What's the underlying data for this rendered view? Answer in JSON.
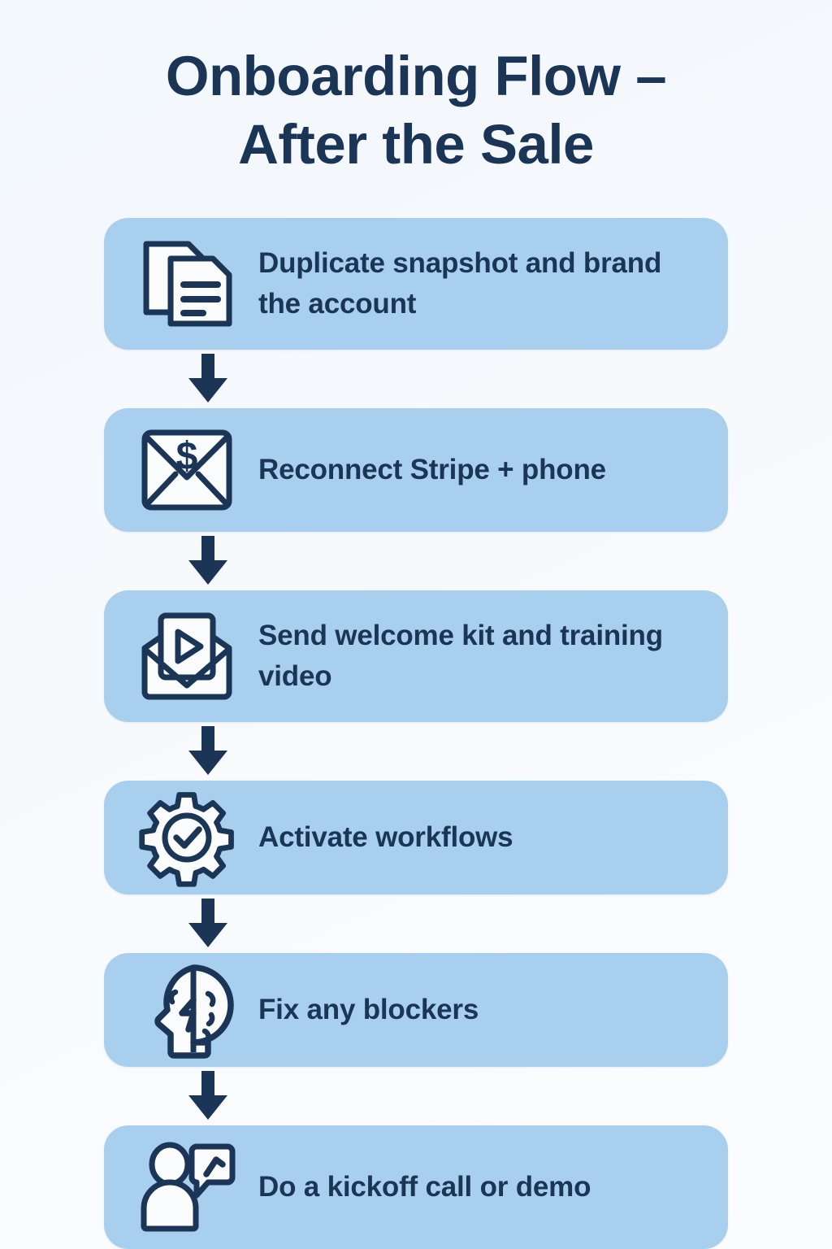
{
  "meta": {
    "title_line1": "Onboarding Flow –",
    "title_line2": "After the Sale"
  },
  "colors": {
    "page_background": "#f5f8fc",
    "card_background": "#a8cfee",
    "ink": "#1b3557",
    "icon_fill": "#fafcfe",
    "arrow": "#1b3557"
  },
  "flow": {
    "steps": [
      {
        "index": "1",
        "label": "Duplicate snapshot and brand the account",
        "icon": "duplicate-documents-icon"
      },
      {
        "index": "2",
        "label": "Reconnect Stripe + phone",
        "icon": "envelope-dollar-icon"
      },
      {
        "index": "3",
        "label": "Send welcome kit and training video",
        "icon": "envelope-play-video-icon"
      },
      {
        "index": "4",
        "label": "Activate workflows",
        "icon": "gear-check-icon"
      },
      {
        "index": "5",
        "label": "Fix any blockers",
        "icon": "head-brain-bolt-icon"
      },
      {
        "index": "6",
        "label": "Do a kickoff call or demo",
        "icon": "person-speech-bubble-icon"
      }
    ],
    "connector_icon": "arrow-down-icon",
    "connector_count": 5
  }
}
